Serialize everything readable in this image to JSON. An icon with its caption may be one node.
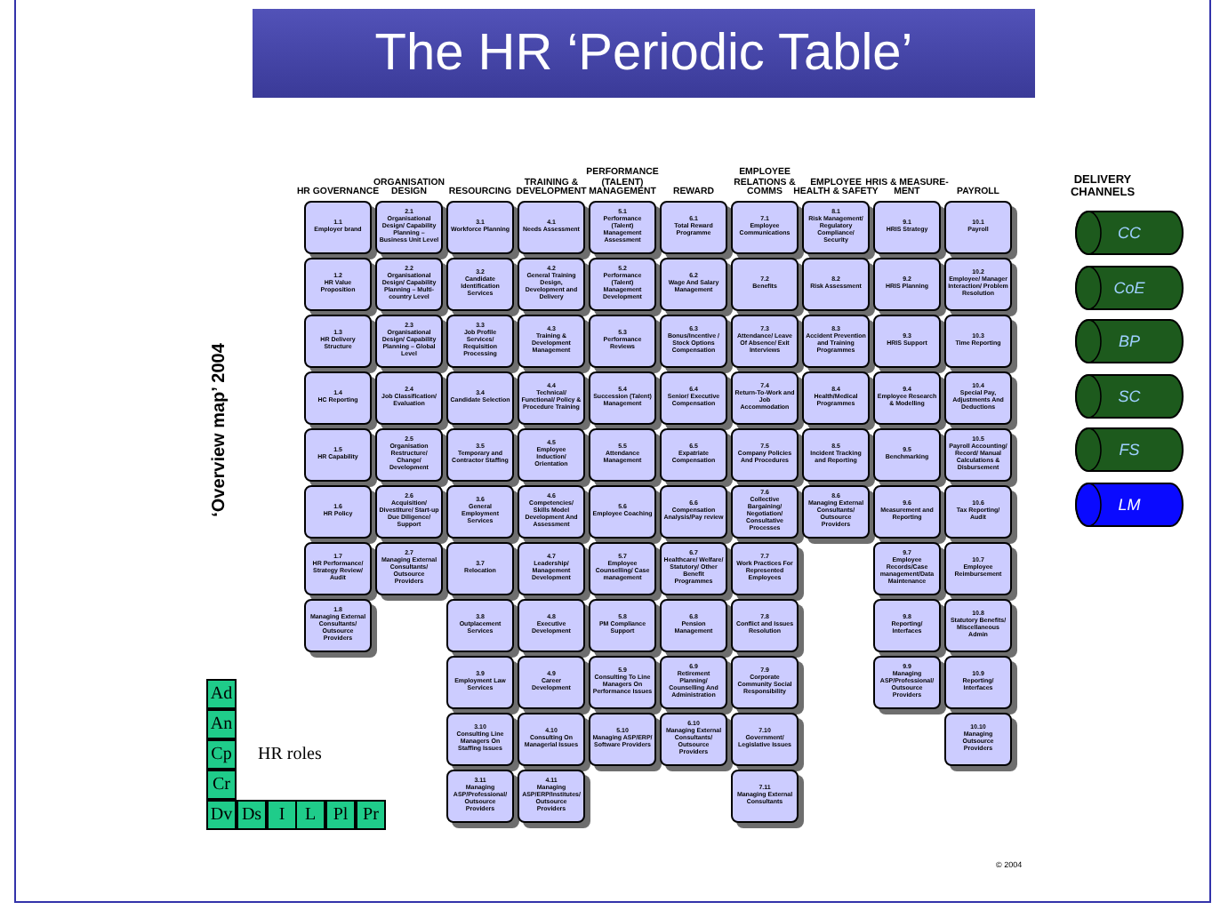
{
  "diagram": {
    "title": "The HR ‘Periodic Table’",
    "nodes": [
      {
        "text": [
          "1.1",
          "Employer brand"
        ]
      },
      {
        "text": [
          "1.2",
          "HR Value Proposition"
        ]
      },
      {
        "text": [
          "1.3",
          "HR Delivery Structure"
        ]
      },
      {
        "text": [
          "1.4",
          "HC Reporting"
        ]
      },
      {
        "text": [
          "1.5",
          "HR Capability"
        ]
      },
      {
        "text": [
          "1.6",
          "HR Policy"
        ]
      },
      {
        "text": [
          "1.7",
          "HR Performance/ Strategy Review/ Audit"
        ]
      },
      {
        "text": [
          "1.8",
          "Managing External Consultants/ Outsource Providers"
        ]
      },
      {
        "text": [
          "2.1",
          "Organisational Design/ Capability Planning – Business Unit Level"
        ]
      },
      {
        "text": [
          "2.2",
          "Organisational Design/ Capability Planning – Multi-country Level"
        ]
      },
      {
        "text": [
          "2.3",
          "Organisational Design/ Capability Planning – Global Level"
        ]
      },
      {
        "text": [
          "2.4",
          "Job Classification/ Evaluation"
        ]
      },
      {
        "text": [
          "2.5",
          "Organisation Restructure/ Change/ Development"
        ]
      },
      {
        "text": [
          "2.6",
          "Acquisition/ Divestiture/ Start-up Due Diligence/ Support"
        ]
      },
      {
        "text": [
          "2.7",
          "Managing External Consultants/ Outsource Providers"
        ]
      },
      {
        "text": [
          "3.1",
          "Workforce Planning"
        ]
      },
      {
        "text": [
          "3.2",
          "Candidate Identification Services"
        ]
      },
      {
        "text": [
          "3.3",
          "Job Profile Services/ Requisition Processing"
        ]
      },
      {
        "text": [
          "3.4",
          "Candidate Selection"
        ]
      },
      {
        "text": [
          "3.5",
          "Temporary and Contractor Staffing"
        ]
      },
      {
        "text": [
          "3.6",
          "General Employment Services"
        ]
      },
      {
        "text": [
          "3.7",
          "Relocation"
        ]
      },
      {
        "text": [
          "3.8",
          "Outplacement Services"
        ]
      },
      {
        "text": [
          "3.9",
          "Employment Law Services"
        ]
      },
      {
        "text": [
          "3.10",
          "Consulting Line Managers On Staffing Issues"
        ]
      },
      {
        "text": [
          "3.11",
          "Managing ASP/Professional/ Outsource Providers"
        ]
      },
      {
        "text": [
          "4.1",
          "Needs Assessment"
        ]
      },
      {
        "text": [
          "4.2",
          "General Training Design, Development and Delivery"
        ]
      },
      {
        "text": [
          "4.3",
          "Training & Development Management"
        ]
      },
      {
        "text": [
          "4.4",
          "Technical/ Functional/ Policy & Procedure Training"
        ]
      },
      {
        "text": [
          "4.5",
          "Employee Induction/ Orientation"
        ]
      },
      {
        "text": [
          "4.6",
          "Competencies/ Skills Model Development And Assessment"
        ]
      },
      {
        "text": [
          "4.7",
          "Leadership/ Management Development"
        ]
      },
      {
        "text": [
          "4.8",
          "Executive Development"
        ]
      },
      {
        "text": [
          "4.9",
          "Career Development"
        ]
      },
      {
        "text": [
          "4.10",
          "Consulting On Managerial Issues"
        ]
      },
      {
        "text": [
          "4.11",
          "Managing ASP/ERP/Institutes/Outsource Providers"
        ]
      },
      {
        "text": [
          "5.1",
          "Performance (Talent) Management Assessment"
        ]
      },
      {
        "text": [
          "5.2",
          "Performance (Talent) Management Development"
        ]
      },
      {
        "text": [
          "5.3",
          "Performance Reviews"
        ]
      },
      {
        "text": [
          "5.4",
          "Succession (Talent) Management"
        ]
      },
      {
        "text": [
          "5.5",
          "Attendance Management"
        ]
      },
      {
        "text": [
          "5.6",
          "Employee Coaching"
        ]
      },
      {
        "text": [
          "5.7",
          "Employee Counselling/ Case management"
        ]
      },
      {
        "text": [
          "5.8",
          "PM Compliance Support"
        ]
      },
      {
        "text": [
          "5.9",
          "Consulting To Line Managers On Performance Issues"
        ]
      },
      {
        "text": [
          "5.10",
          "Managing ASP/ERP/ Software Providers"
        ]
      },
      {
        "text": [
          "6.1",
          "Total Reward Programme"
        ]
      },
      {
        "text": [
          "6.2",
          "Wage And Salary Management"
        ]
      },
      {
        "text": [
          "6.3",
          "Bonus/Incentive / Stock Options Compensation"
        ]
      },
      {
        "text": [
          "6.4",
          "Senior/ Executive Compensation"
        ]
      },
      {
        "text": [
          "6.5",
          "Expatriate Compensation"
        ]
      },
      {
        "text": [
          "6.6",
          "Compensation Analysis/Pay review"
        ]
      },
      {
        "text": [
          "6.7",
          "Healthcare/ Welfare/ Statutory/ Other Benefit Programmes"
        ]
      },
      {
        "text": [
          "6.8",
          "Pension Management"
        ]
      },
      {
        "text": [
          "6.9",
          "Retirement Planning/ Counselling And Administration"
        ]
      },
      {
        "text": [
          "6.10",
          "Managing External Consultants/ Outsource Providers"
        ]
      },
      {
        "text": [
          "7.1",
          "Employee Communications"
        ]
      },
      {
        "text": [
          "7.2",
          "Benefits"
        ]
      },
      {
        "text": [
          "7.3",
          "Attendance/ Leave Of Absence/ Exit Interviews"
        ]
      },
      {
        "text": [
          "7.4",
          "Return-To-Work and Job Accommodation"
        ]
      },
      {
        "text": [
          "7.5",
          "Company Policies And Procedures"
        ]
      },
      {
        "text": [
          "7.6",
          "Collective Bargaining/ Negotiation/ Consultative Processes"
        ]
      },
      {
        "text": [
          "7.7",
          "Work Practices For Represented Employees"
        ]
      },
      {
        "text": [
          "7.8",
          "Conflict and Issues Resolution"
        ]
      },
      {
        "text": [
          "7.9",
          "Corporate Community Social Responsibility"
        ]
      },
      {
        "text": [
          "7.10",
          "Government/ Legislative Issues"
        ]
      },
      {
        "text": [
          "7.11",
          "Managing External Consultants"
        ]
      },
      {
        "text": [
          "8.1",
          "Risk Management/ Regulatory Compliance/ Security"
        ]
      },
      {
        "text": [
          "8.2",
          "Risk Assessment"
        ]
      },
      {
        "text": [
          "8.3",
          "Accident Prevention and Training Programmes"
        ]
      },
      {
        "text": [
          "8.4",
          "Health/Medical Programmes"
        ]
      },
      {
        "text": [
          "8.5",
          "Incident Tracking and Reporting"
        ]
      },
      {
        "text": [
          "8.6",
          "Managing External Consultants/ Outsource Providers"
        ]
      },
      {
        "text": [
          "9.1",
          "HRIS Strategy"
        ]
      },
      {
        "text": [
          "9.2",
          "HRIS Planning"
        ]
      },
      {
        "text": [
          "9.3",
          "HRIS Support"
        ]
      },
      {
        "text": [
          "9.4",
          "Employee Research & Modelling"
        ]
      },
      {
        "text": [
          "9.5",
          "Benchmarking"
        ]
      },
      {
        "text": [
          "9.6",
          "Measurement and Reporting"
        ]
      },
      {
        "text": [
          "9.7",
          "Employee Records/Case management/Data Maintenance"
        ]
      },
      {
        "text": [
          "9.8",
          "Reporting/ Interfaces"
        ]
      },
      {
        "text": [
          "9.9",
          "Managing ASP/Professional/ Outsource Providers"
        ]
      },
      {
        "text": [
          "10.1",
          "Payroll"
        ]
      },
      {
        "text": [
          "10.2",
          "Employee/ Manager Interaction/ Problem Resolution"
        ]
      },
      {
        "text": [
          "10.3",
          "Time Reporting"
        ]
      },
      {
        "text": [
          "10.4",
          "Special Pay, Adjustments And Deductions"
        ]
      },
      {
        "text": [
          "10.5",
          "Payroll Accounting/ Record/ Manual Calculations & Disbursement"
        ]
      },
      {
        "text": [
          "10.6",
          "Tax Reporting/ Audit"
        ]
      },
      {
        "text": [
          "10.7",
          "Employee Reimbursement"
        ]
      },
      {
        "text": [
          "10.8",
          "Statutory Benefits/ Miscellaneous Admin"
        ]
      },
      {
        "text": [
          "10.9",
          "Reporting/ Interfaces"
        ]
      },
      {
        "text": [
          "10.10",
          "Managing Outsource Providers"
        ]
      },
      {
        "text": [
          "CC"
        ]
      },
      {
        "text": [
          "CoE"
        ]
      },
      {
        "text": [
          "BP"
        ]
      },
      {
        "text": [
          "SC"
        ]
      },
      {
        "text": [
          "FS"
        ]
      },
      {
        "text": [
          "LM"
        ]
      },
      {
        "text": [
          "Ad"
        ]
      },
      {
        "text": [
          "An"
        ]
      },
      {
        "text": [
          "Cp"
        ]
      },
      {
        "text": [
          "Cr"
        ]
      },
      {
        "text": [
          "Dv"
        ]
      },
      {
        "text": [
          "Ds"
        ]
      },
      {
        "text": [
          "I"
        ]
      },
      {
        "text": [
          "L"
        ]
      },
      {
        "text": [
          "Pl"
        ]
      },
      {
        "text": [
          "Pr"
        ]
      }
    ],
    "labels": [
      "‘Overview map’ 2004",
      "HR GOVERNANCE",
      "ORGANISATION DESIGN",
      "RESOURCING",
      "TRAINING & DEVELOPMENT",
      "PERFORMANCE (TALENT) MANAGEMENT",
      "REWARD",
      "EMPLOYEE RELATIONS & COMMS",
      "EMPLOYEE HEALTH & SAFETY",
      "HRIS & MEASURE- MENT",
      "PAYROLL",
      "DELIVERY CHANNELS",
      "HR roles",
      "© 2004"
    ]
  }
}
